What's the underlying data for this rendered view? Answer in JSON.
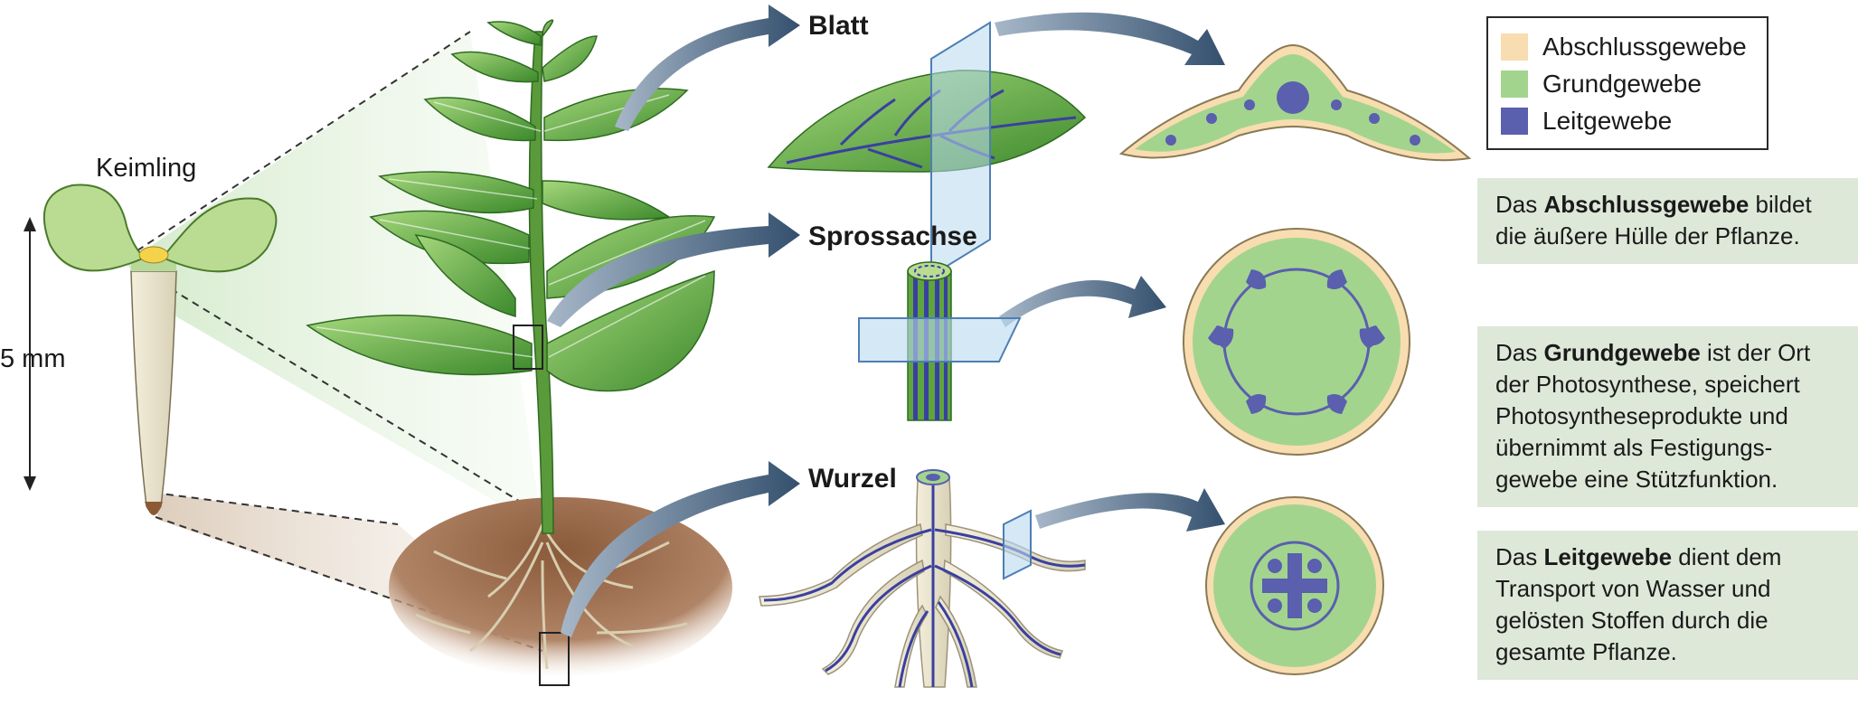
{
  "labels": {
    "seedling": "Keimling",
    "scale": "5 mm",
    "leaf": "Blatt",
    "stem": "Sprossachse",
    "root": "Wurzel"
  },
  "legend": {
    "items": [
      {
        "label": "Abschlussgewebe",
        "color": "#f8ddb0"
      },
      {
        "label": "Grundgewebe",
        "color": "#a3d48e"
      },
      {
        "label": "Leitgewebe",
        "color": "#5a5fae"
      }
    ]
  },
  "info_boxes": [
    {
      "pre": "Das ",
      "term": "Abschlussgewebe",
      "post": " bildet die äußere Hülle der Pflanze.",
      "lines": [
        [
          "Das ",
          "Abschlussgewebe",
          " bildet"
        ],
        [
          "die äußere Hülle der Pflanze.",
          "",
          ""
        ]
      ]
    },
    {
      "pre": "Das ",
      "term": "Grundgewebe",
      "post": " ist der Ort der Photosynthese, speichert Photosyntheseprodukte und übernimmt als Festigungs-gewebe eine Stützfunktion.",
      "lines": [
        [
          "Das ",
          "Grundgewebe",
          " ist der Ort"
        ],
        [
          "der Photosynthese, speichert",
          "",
          ""
        ],
        [
          "Photosyntheseprodukte und",
          "",
          ""
        ],
        [
          "übernimmt als Festigungs-",
          "",
          ""
        ],
        [
          "gewebe eine Stützfunktion.",
          "",
          ""
        ]
      ]
    },
    {
      "pre": "Das ",
      "term": "Leitgewebe",
      "post": " dient dem Transport von Wasser und gelösten Stoffen durch die gesamte Pflanze.",
      "lines": [
        [
          "Das ",
          "Leitgewebe",
          " dient dem"
        ],
        [
          "Transport von Wasser und",
          "",
          ""
        ],
        [
          "gelösten Stoffen durch die",
          "",
          ""
        ],
        [
          "gesamte Pflanze.",
          "",
          ""
        ]
      ]
    }
  ],
  "colors": {
    "dermal": "#f8ddb0",
    "ground": "#a3d48e",
    "vascular": "#5a5fae",
    "arrow": "#3d5573",
    "info_bg": "#dde8d9"
  }
}
